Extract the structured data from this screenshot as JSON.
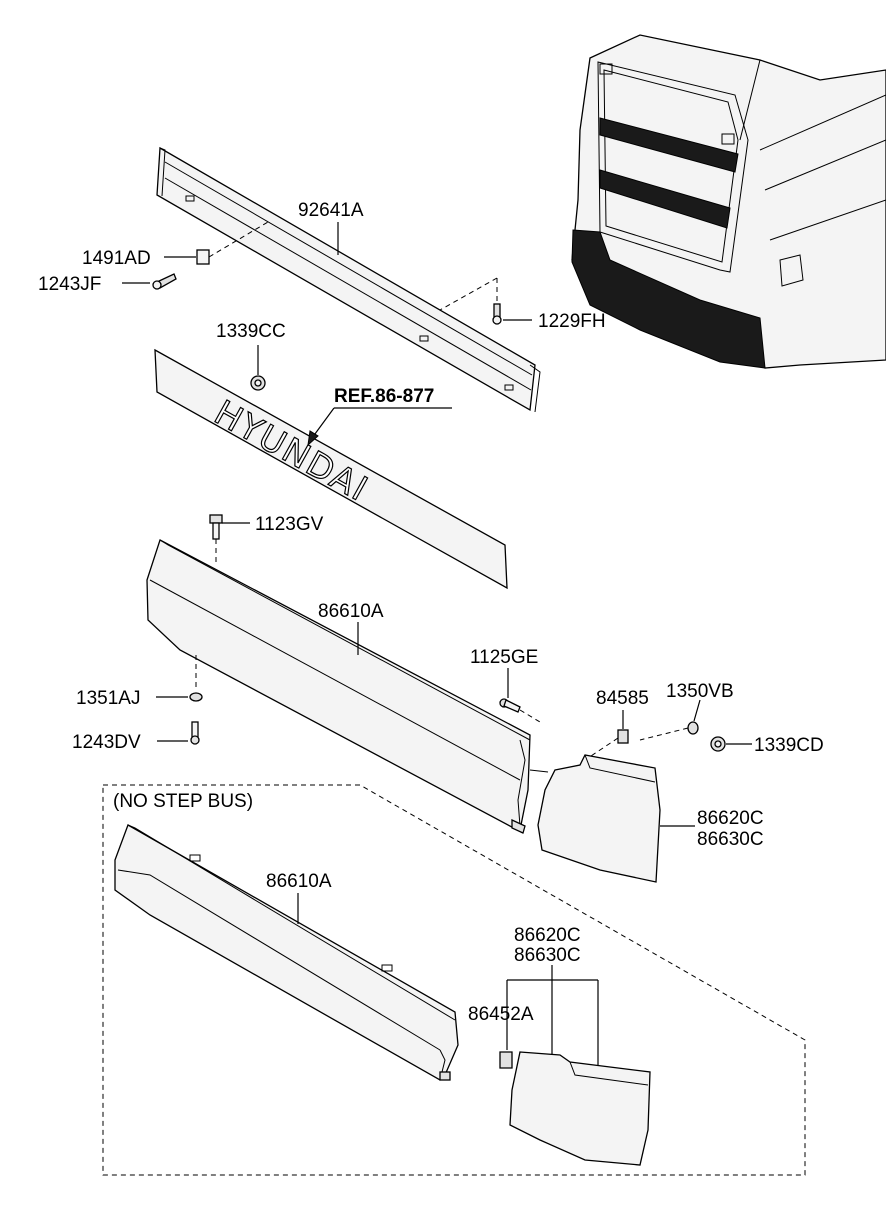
{
  "callouts": {
    "c92641A": "92641A",
    "c1491AD": "1491AD",
    "c1243JF": "1243JF",
    "c1229FH": "1229FH",
    "c1339CC": "1339CC",
    "ref": "REF.86-877",
    "c1123GV": "1123GV",
    "c86610A_top": "86610A",
    "c1125GE": "1125GE",
    "c1351AJ": "1351AJ",
    "c1243DV": "1243DV",
    "c84585": "84585",
    "c1350VB": "1350VB",
    "c1339CD": "1339CD",
    "c86620C_top": "86620C",
    "c86630C_top": "86630C",
    "no_step_title": "(NO STEP BUS)",
    "c86610A_bottom": "86610A",
    "c86620C_bottom": "86620C",
    "c86630C_bottom": "86630C",
    "c86452A": "86452A"
  },
  "badge": {
    "logo_text": "HYUNDAI"
  },
  "colors": {
    "line": "#000000",
    "panel": "#f4f4f4",
    "shade": "#e2e2e2",
    "bumper_dark": "#1a1a1a"
  }
}
